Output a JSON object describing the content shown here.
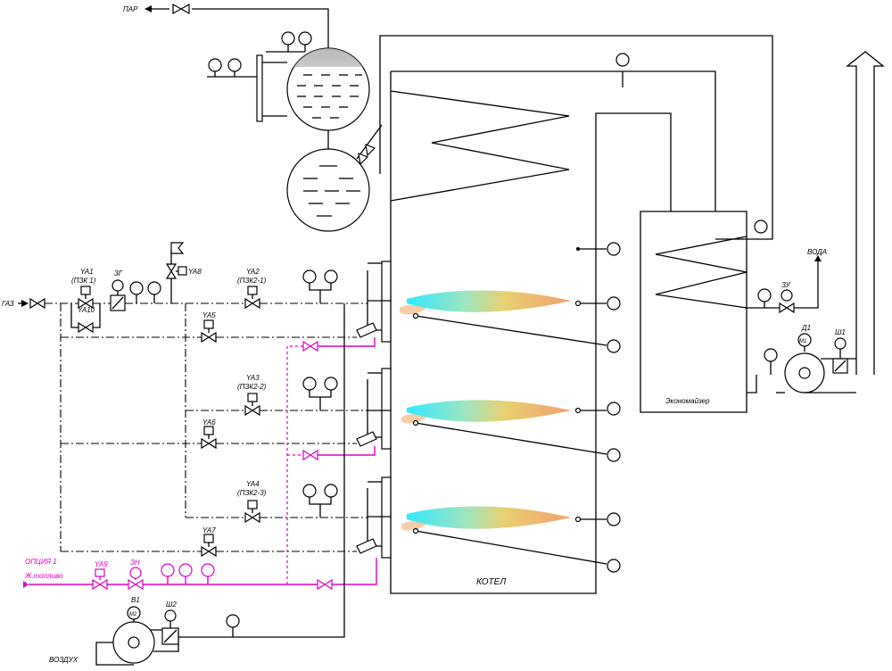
{
  "labels": {
    "steam": "ПАР",
    "gas": "ГАЗ",
    "water": "ВОДА",
    "air": "ВОЗДУХ",
    "boiler": "КОТЕЛ",
    "economizer": "Экономайзер",
    "option": "ОПЦИЯ 1",
    "liquid_fuel": "Ж.топливо"
  },
  "valves": {
    "ya1": "YA1",
    "ya1_sub": "(ПЗК 1)",
    "ya10": "YA10",
    "zg": "ЗГ",
    "ya8": "YA8",
    "ya2": "YA2",
    "ya2_sub": "(ПЗК2-1)",
    "ya3": "YA3",
    "ya3_sub": "(ПЗК2-2)",
    "ya4": "YA4",
    "ya4_sub": "(ПЗК2-3)",
    "ya5": "YA5",
    "ya6": "YA6",
    "ya7": "YA7",
    "ya9": "YA9",
    "zn": "ЗН",
    "zu": "ЗУ"
  },
  "machines": {
    "v1": "В1",
    "m2": "М2",
    "sh2": "Ш2",
    "d1": "Д1",
    "m1": "М1",
    "sh1": "Ш1"
  },
  "colors": {
    "line": "#000000",
    "fuel_option": "#e000c8",
    "flame_core": "#33e8ff",
    "flame_mid": "#c7e07a",
    "flame_tail": "#f2a070"
  }
}
